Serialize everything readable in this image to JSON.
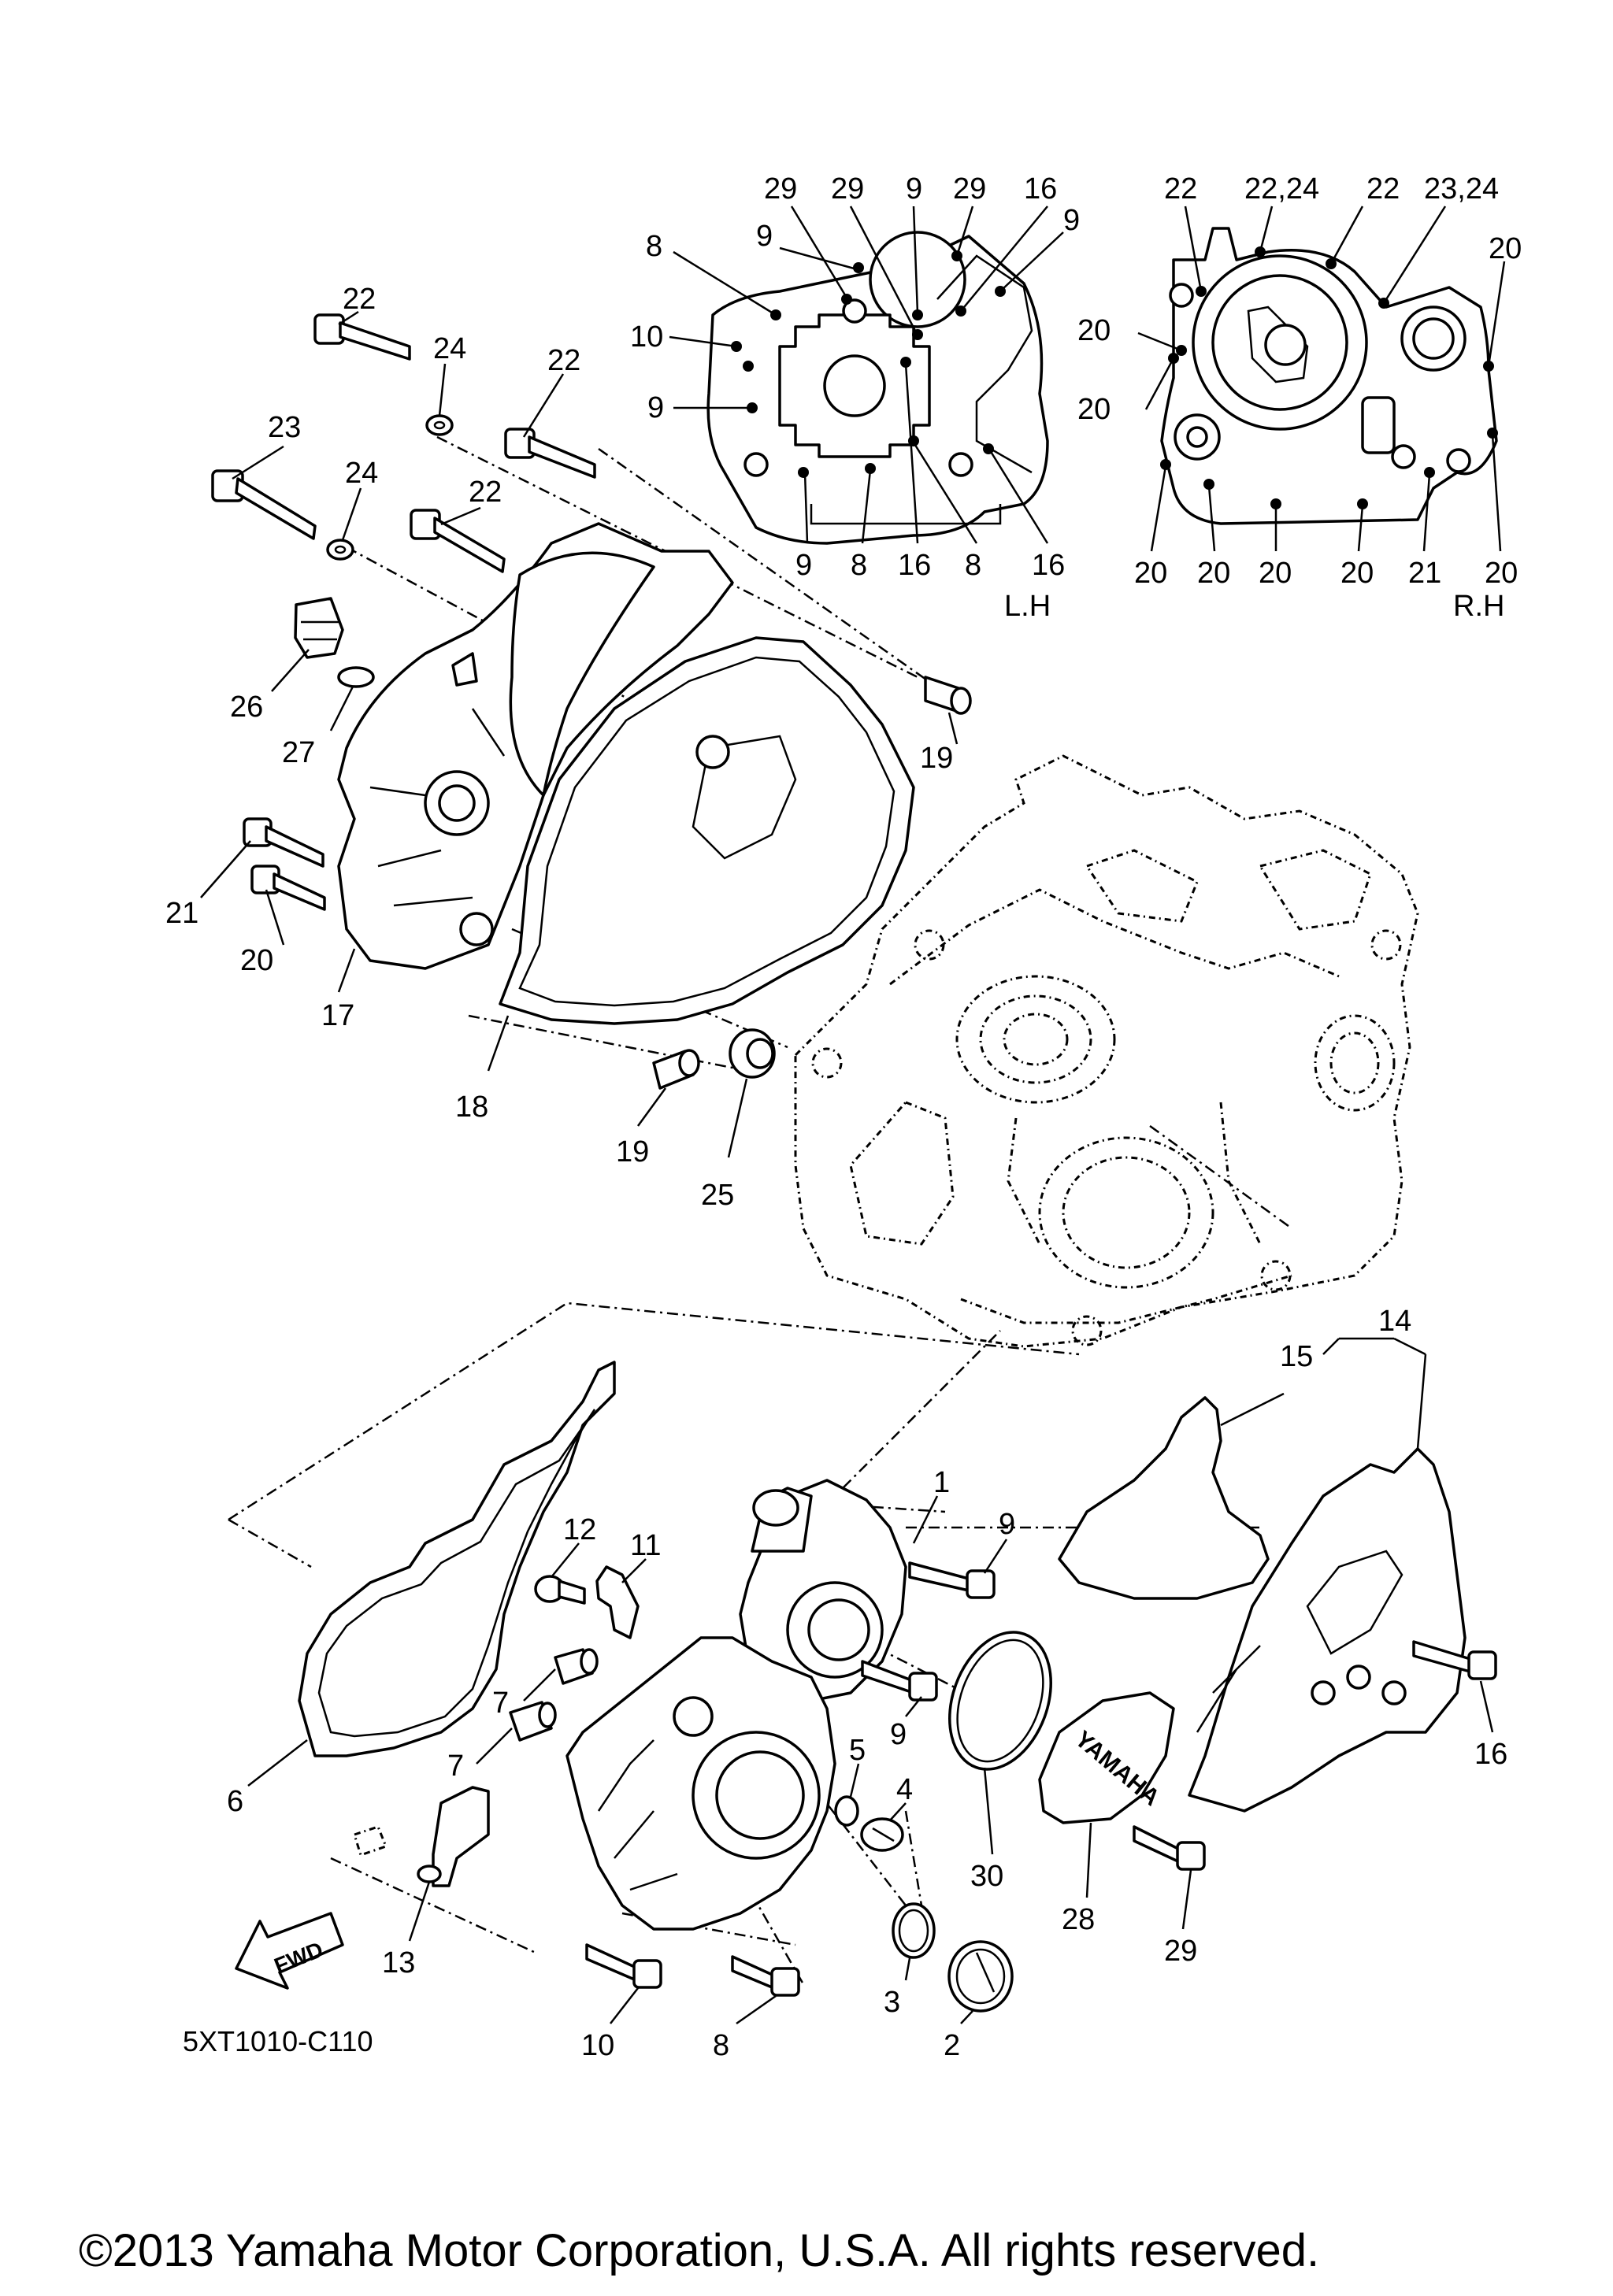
{
  "diagram": {
    "reference_code": "5XT1010-C110",
    "copyright": "©2013 Yamaha Motor Corporation, U.S.A. All rights reserved.",
    "fwd_label": "FWD",
    "brand_text": "YAMAHA",
    "lh_label": "L.H",
    "rh_label": "R.H"
  },
  "callouts": [
    {
      "id": "c22a",
      "text": "22"
    },
    {
      "id": "c24a",
      "text": "24"
    },
    {
      "id": "c22b",
      "text": "22"
    },
    {
      "id": "c23",
      "text": "23"
    },
    {
      "id": "c24b",
      "text": "24"
    },
    {
      "id": "c22c",
      "text": "22"
    },
    {
      "id": "c26",
      "text": "26"
    },
    {
      "id": "c27",
      "text": "27"
    },
    {
      "id": "c19a",
      "text": "19"
    },
    {
      "id": "c21",
      "text": "21"
    },
    {
      "id": "c20",
      "text": "20"
    },
    {
      "id": "c17",
      "text": "17"
    },
    {
      "id": "c18",
      "text": "18"
    },
    {
      "id": "c19b",
      "text": "19"
    },
    {
      "id": "c25",
      "text": "25"
    },
    {
      "id": "c14",
      "text": "14"
    },
    {
      "id": "c15",
      "text": "15"
    },
    {
      "id": "c1",
      "text": "1"
    },
    {
      "id": "c9a",
      "text": "9"
    },
    {
      "id": "c12",
      "text": "12"
    },
    {
      "id": "c11",
      "text": "11"
    },
    {
      "id": "c7a",
      "text": "7"
    },
    {
      "id": "c7b",
      "text": "7"
    },
    {
      "id": "c6",
      "text": "6"
    },
    {
      "id": "c9b",
      "text": "9"
    },
    {
      "id": "c5",
      "text": "5"
    },
    {
      "id": "c4",
      "text": "4"
    },
    {
      "id": "c30",
      "text": "30"
    },
    {
      "id": "c28",
      "text": "28"
    },
    {
      "id": "c16",
      "text": "16"
    },
    {
      "id": "c29",
      "text": "29"
    },
    {
      "id": "c13",
      "text": "13"
    },
    {
      "id": "c3",
      "text": "3"
    },
    {
      "id": "c2",
      "text": "2"
    },
    {
      "id": "c10",
      "text": "10"
    },
    {
      "id": "c8",
      "text": "8"
    }
  ],
  "lh_callouts": [
    {
      "id": "l29a",
      "text": "29"
    },
    {
      "id": "l29b",
      "text": "29"
    },
    {
      "id": "l9a",
      "text": "9"
    },
    {
      "id": "l29c",
      "text": "29"
    },
    {
      "id": "l16a",
      "text": "16"
    },
    {
      "id": "l9b",
      "text": "9"
    },
    {
      "id": "l8a",
      "text": "8"
    },
    {
      "id": "l9c",
      "text": "9"
    },
    {
      "id": "l10",
      "text": "10"
    },
    {
      "id": "l9d",
      "text": "9"
    },
    {
      "id": "l9e",
      "text": "9"
    },
    {
      "id": "l8b",
      "text": "8"
    },
    {
      "id": "l16b",
      "text": "16"
    },
    {
      "id": "l8c",
      "text": "8"
    },
    {
      "id": "l16c",
      "text": "16"
    }
  ],
  "rh_callouts": [
    {
      "id": "r22a",
      "text": "22"
    },
    {
      "id": "r2224a",
      "text": "22,24"
    },
    {
      "id": "r22b",
      "text": "22"
    },
    {
      "id": "r2324",
      "text": "23,24"
    },
    {
      "id": "r20a",
      "text": "20"
    },
    {
      "id": "r20b",
      "text": "20"
    },
    {
      "id": "r20c",
      "text": "20"
    },
    {
      "id": "r20d",
      "text": "20"
    },
    {
      "id": "r20e",
      "text": "20"
    },
    {
      "id": "r20f",
      "text": "20"
    },
    {
      "id": "r20g",
      "text": "20"
    },
    {
      "id": "r21",
      "text": "21"
    },
    {
      "id": "r20h",
      "text": "20"
    }
  ]
}
